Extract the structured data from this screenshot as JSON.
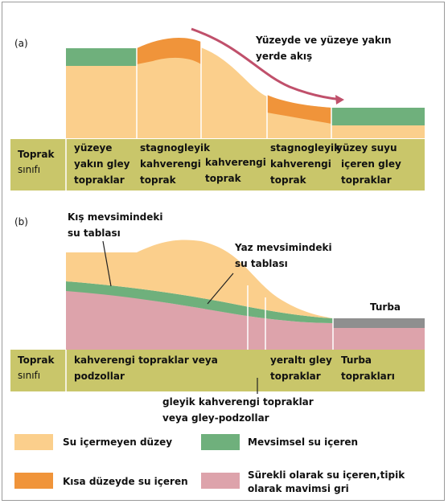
{
  "panel_a": {
    "letter": "(a)",
    "flow_label_line1": "Yüzeyde ve yüzeye yakın",
    "flow_label_line2": "yerde akış",
    "class_header_line1": "Toprak",
    "class_header_line2": "sınıfı",
    "soils": [
      {
        "line1": "yüzeye",
        "line2": "yakın gley",
        "line3": "topraklar"
      },
      {
        "line1": "stagnogleyik",
        "line2": "kahverengi",
        "line3": "toprak"
      },
      {
        "line1": "kahverengi",
        "line2": "toprak",
        "line3": ""
      },
      {
        "line1": "stagnogleyik",
        "line2": "kahverengi",
        "line3": "toprak"
      },
      {
        "line1": "yüzey suyu",
        "line2": "içeren gley",
        "line3": "topraklar"
      }
    ]
  },
  "panel_b": {
    "letter": "(b)",
    "winter_table_line1": "Kış mevsimindeki",
    "winter_table_line2": "su tablası",
    "summer_table_line1": "Yaz mevsimindeki",
    "summer_table_line2": "su tablası",
    "peat_label": "Turba",
    "class_header_line1": "Toprak",
    "class_header_line2": "sınıfı",
    "soils": [
      {
        "line1": "kahverengi topraklar veya",
        "line2": "podzollar"
      },
      {
        "line1": "yeraltı gley",
        "line2": "topraklar"
      },
      {
        "line1": "Turba",
        "line2": "toprakları"
      }
    ],
    "gley_brown_line1": "gleyik kahverengi topraklar",
    "gley_brown_line2": "veya gley-podzollar"
  },
  "legend": [
    {
      "label_line1": "Su içermeyen düzey",
      "label_line2": "",
      "color": "#fbcf8c"
    },
    {
      "label_line1": "Mevsimsel su içeren",
      "label_line2": "",
      "color": "#6fb07c"
    },
    {
      "label_line1": "Kısa düzeyde su içeren",
      "label_line2": "",
      "color": "#f0943a"
    },
    {
      "label_line1": "Sürekli olarak su içeren,tipik",
      "label_line2": "olarak mavimsi gri",
      "color": "#dda3ab"
    }
  ],
  "colors": {
    "dry": "#fbcf8c",
    "seasonal": "#6fb07c",
    "short": "#f0943a",
    "permanent": "#dda3ab",
    "soil_band": "#c9c66a",
    "peat": "#8f8f8f",
    "arrow": "#c0506b"
  }
}
